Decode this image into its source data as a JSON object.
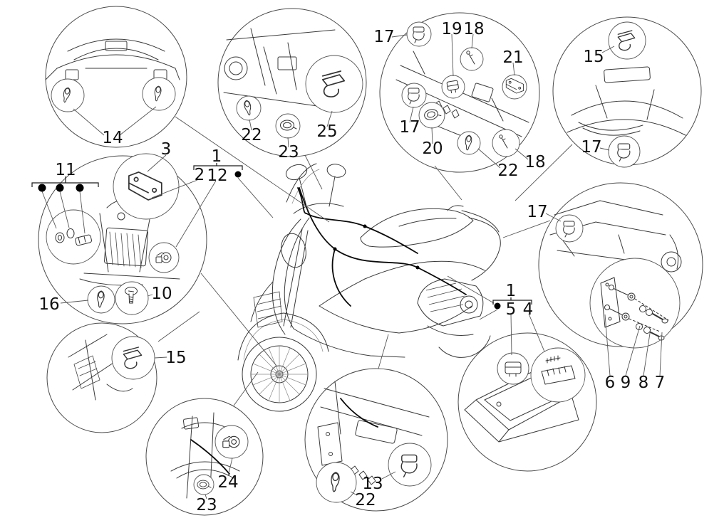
{
  "figure": {
    "kind": "exploded-parts-diagram",
    "subject": "Scooter electrical devices / wiring harness parts diagram",
    "background": "#ffffff",
    "ink_color": "#3a3a3a",
    "label_color": "#111111"
  },
  "callouts": [
    {
      "label": "14"
    },
    {
      "label": "22"
    },
    {
      "label": "23"
    },
    {
      "label": "25"
    },
    {
      "label": "17"
    },
    {
      "label": "19"
    },
    {
      "label": "18"
    },
    {
      "label": "21"
    },
    {
      "label": "17"
    },
    {
      "label": "20"
    },
    {
      "label": "22"
    },
    {
      "label": "18"
    },
    {
      "label": "15"
    },
    {
      "label": "17"
    },
    {
      "label": "11"
    },
    {
      "label": "3"
    },
    {
      "label": "1"
    },
    {
      "label": "2"
    },
    {
      "label": "12"
    },
    {
      "label": "16"
    },
    {
      "label": "10"
    },
    {
      "label": "15"
    },
    {
      "label": "24"
    },
    {
      "label": "23"
    },
    {
      "label": "13"
    },
    {
      "label": "22"
    },
    {
      "label": "1"
    },
    {
      "label": "5"
    },
    {
      "label": "4"
    },
    {
      "label": "17"
    },
    {
      "label": "6"
    },
    {
      "label": "9"
    },
    {
      "label": "8"
    },
    {
      "label": "7"
    }
  ]
}
